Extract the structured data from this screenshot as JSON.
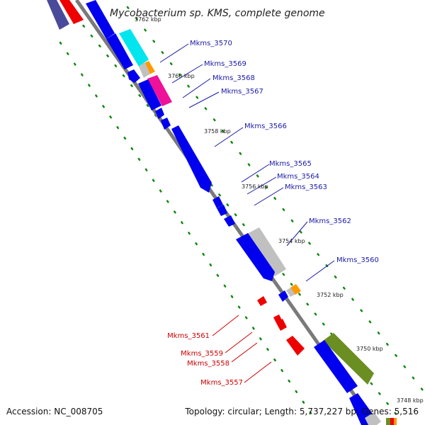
{
  "title": "Mycobacterium sp. KMS, complete genome",
  "footer": {
    "accession": "Accession: NC_008705",
    "summary": "Topology: circular; Length: 5,737,227 bp; Genes: 5,516"
  },
  "colors": {
    "backbone": "#8a8a8a",
    "cds": "#0000ee",
    "cds_reverse": "#ee0000",
    "label_forward": "#1a1aa6",
    "label_reverse": "#cc0000",
    "gc_dots": "#118811",
    "cyan": "#00e5ee",
    "orange": "#ff9900",
    "magenta": "#ee1199",
    "gray": "#c0c0c0",
    "olive": "#6b8e23"
  },
  "tick_labels": [
    "3762 kbp",
    "3760 kbp",
    "3758 kbp",
    "3756 kbp",
    "3754 kbp",
    "3752 kbp",
    "3750 kbp",
    "3748 kbp"
  ],
  "genes_forward": [
    "Mkms_3570",
    "Mkms_3569",
    "Mkms_3568",
    "Mkms_3567",
    "Mkms_3566",
    "Mkms_3565",
    "Mkms_3564",
    "Mkms_3563",
    "Mkms_3562",
    "Mkms_3560"
  ],
  "genes_reverse": [
    "Mkms_3561",
    "Mkms_3559",
    "Mkms_3558",
    "Mkms_3557"
  ]
}
